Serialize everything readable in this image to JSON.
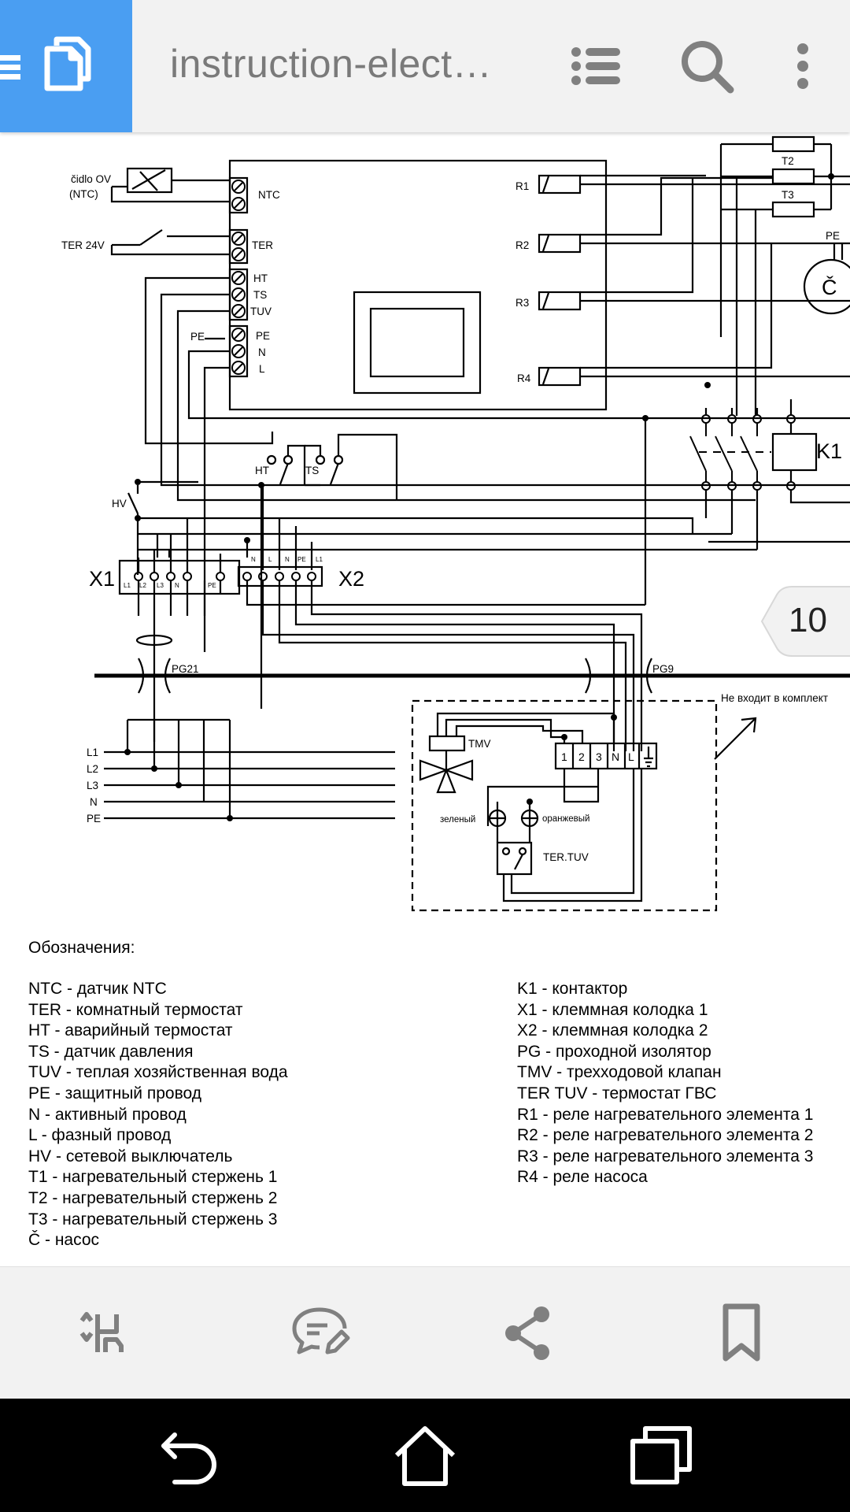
{
  "header": {
    "title": "instruction-elect…",
    "icons": {
      "menu": "menu-icon",
      "document": "document-icon",
      "toc": "list-icon",
      "search": "search-icon",
      "more": "more-vert-icon"
    }
  },
  "schematic": {
    "sensor": [
      "čidlo OV",
      "(NTC)"
    ],
    "ter24": "TER 24V",
    "terminals": [
      "NTC",
      "TER",
      "HT",
      "TS",
      "TUV",
      "PE",
      "N",
      "L"
    ],
    "pe_label": "PE",
    "relays": [
      "R1",
      "R2",
      "R3",
      "R4"
    ],
    "heaters": [
      "T2",
      "T3"
    ],
    "pump": {
      "pe": "PE",
      "symbol": "Č"
    },
    "contactor": "K1",
    "switches": {
      "ht": "HT",
      "ts": "TS",
      "hv": "HV"
    },
    "x1": {
      "label": "X1",
      "pins": [
        "L1",
        "L2",
        "L3",
        "N",
        "PE"
      ]
    },
    "x2": {
      "label": "X2",
      "pins": [
        "N",
        "L",
        "N",
        "PE",
        "L1"
      ]
    },
    "glands": [
      "PG21",
      "PG9"
    ],
    "supply": [
      "L1",
      "L2",
      "L3",
      "N",
      "PE"
    ],
    "not_included": "Не входит в комплект",
    "tmv": "TMV",
    "block_pins": [
      "1",
      "2",
      "3",
      "N",
      "L"
    ],
    "green": "зеленый",
    "orange": "оранжевый",
    "ter_tuv": "TER.TUV"
  },
  "legend": {
    "heading": "Обозначения:",
    "left": [
      "NTC - датчик NTC",
      "TER - комнатный термостат",
      "HT - аварийный термостат",
      "TS - датчик давления",
      "TUV - теплая хозяйственная вода",
      "PE - защитный провод",
      "N - активный провод",
      "L - фазный провод",
      "HV - сетевой выключатель",
      "T1 - нагревательный стержень 1",
      "T2 - нагревательный стержень 2",
      "T3 - нагревательный стержень 3",
      "Č - насос"
    ],
    "right": [
      "K1 - контактор",
      "X1 - клеммная колодка 1",
      "X2 - клеммная колодка 2",
      "PG - проходной изолятор",
      "TMV - трехходовой клапан",
      "TER TUV - термостат ГВС",
      "R1 - реле нагревательного элемента 1",
      "R2 - реле нагревательного элемента 2",
      "R3 - реле нагревательного элемента 3",
      "R4 - реле насоса"
    ]
  },
  "page_indicator": "10",
  "toolbar": {
    "icons": [
      "reading-mode-icon",
      "comment-icon",
      "share-icon",
      "bookmark-icon"
    ]
  },
  "system_nav": {
    "icons": [
      "back-icon",
      "home-icon",
      "recents-icon"
    ]
  },
  "colors": {
    "accent": "#4a9ef2",
    "bar_bg": "#f2f2f2",
    "icon_gray": "#808080"
  }
}
